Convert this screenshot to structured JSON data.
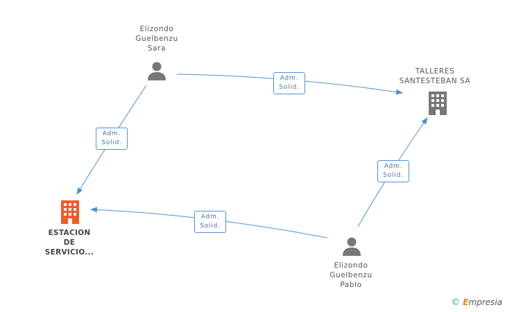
{
  "nodes": {
    "sara": {
      "label_lines": [
        "Elizondo",
        "Guelbenzu",
        "Sara"
      ],
      "type": "person"
    },
    "talleres": {
      "label_lines": [
        "TALLERES",
        "SANTESTEBAN SA"
      ],
      "type": "company"
    },
    "estacion": {
      "label_lines": [
        "ESTACION",
        "DE",
        "SERVICIO..."
      ],
      "type": "company-highlighted"
    },
    "pablo": {
      "label_lines": [
        "Elizondo",
        "Guelbenzu",
        "Pablo"
      ],
      "type": "person"
    }
  },
  "edges": [
    {
      "from": "sara",
      "to": "talleres",
      "badge": [
        "Adm.",
        "Solid."
      ]
    },
    {
      "from": "sara",
      "to": "estacion",
      "badge": [
        "Adm.",
        "Solid."
      ]
    },
    {
      "from": "pablo",
      "to": "talleres",
      "badge": [
        "Adm.",
        "Solid."
      ]
    },
    {
      "from": "pablo",
      "to": "estacion",
      "badge": [
        "Adm.",
        "Solid."
      ]
    }
  ],
  "colors": {
    "edge": "#4a90d9",
    "person_icon": "#777777",
    "company_icon": "#777777",
    "highlight_company_icon": "#f05a28"
  },
  "footer": {
    "copyright": "©",
    "brand_initial": "E",
    "brand_rest": "mpresia"
  }
}
